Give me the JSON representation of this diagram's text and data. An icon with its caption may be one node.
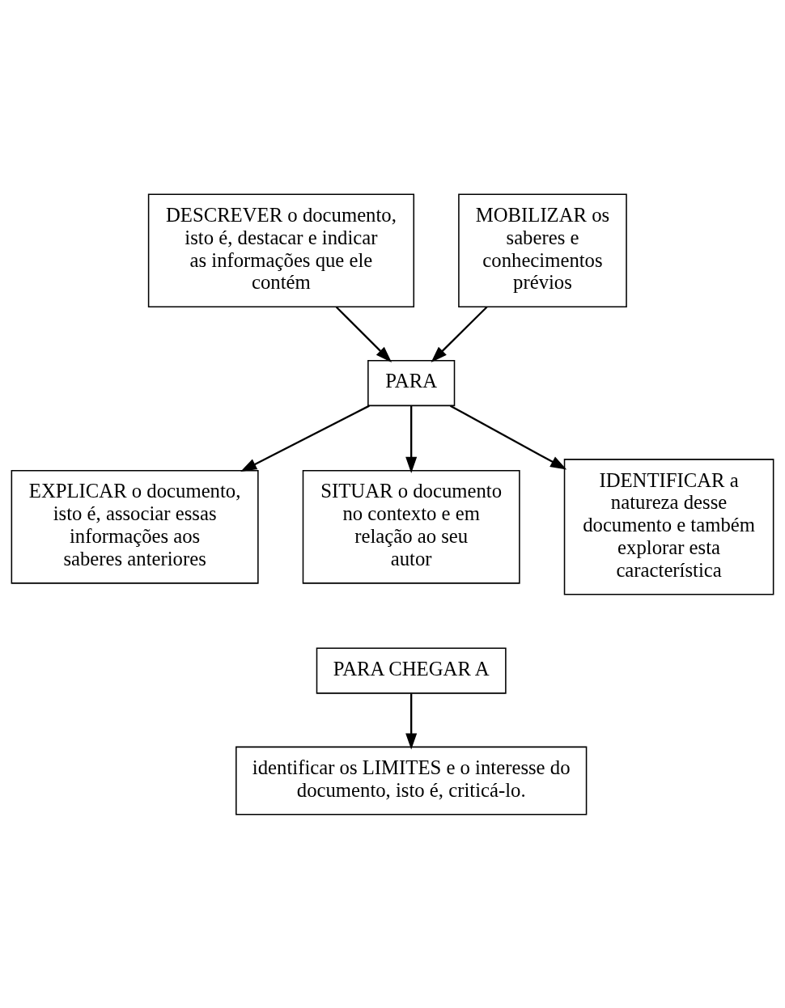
{
  "diagram": {
    "nodes": [
      {
        "text": [
          "DESCREVER o documento, isto é, destacar e indicar as informações que ele contém"
        ]
      },
      {
        "text": [
          "MOBILIZAR os saberes e conhecimentos prévios"
        ]
      },
      {
        "text": [
          "PARA"
        ]
      },
      {
        "text": [
          "EXPLICAR o documento, isto é, associar essas informações aos saberes anteriores"
        ]
      },
      {
        "text": [
          "SITUAR o documento no contexto e em relação ao seu autor"
        ]
      },
      {
        "text": [
          "IDENTIFICAR a natureza desse documento e também explorar esta característica"
        ]
      },
      {
        "text": [
          "PARA CHEGAR A"
        ]
      },
      {
        "text": [
          "identificar os LIMITES e o interesse do documento, isto é, criticá-lo."
        ]
      }
    ],
    "edges": [
      {
        "from": 0,
        "to": 2,
        "arrow": "to"
      },
      {
        "from": 1,
        "to": 2,
        "arrow": "to"
      },
      {
        "from": 2,
        "to": 3,
        "arrow": "to"
      },
      {
        "from": 2,
        "to": 4,
        "arrow": "to"
      },
      {
        "from": 2,
        "to": 5,
        "arrow": "to"
      },
      {
        "from": 6,
        "to": 7,
        "arrow": "to"
      }
    ]
  }
}
